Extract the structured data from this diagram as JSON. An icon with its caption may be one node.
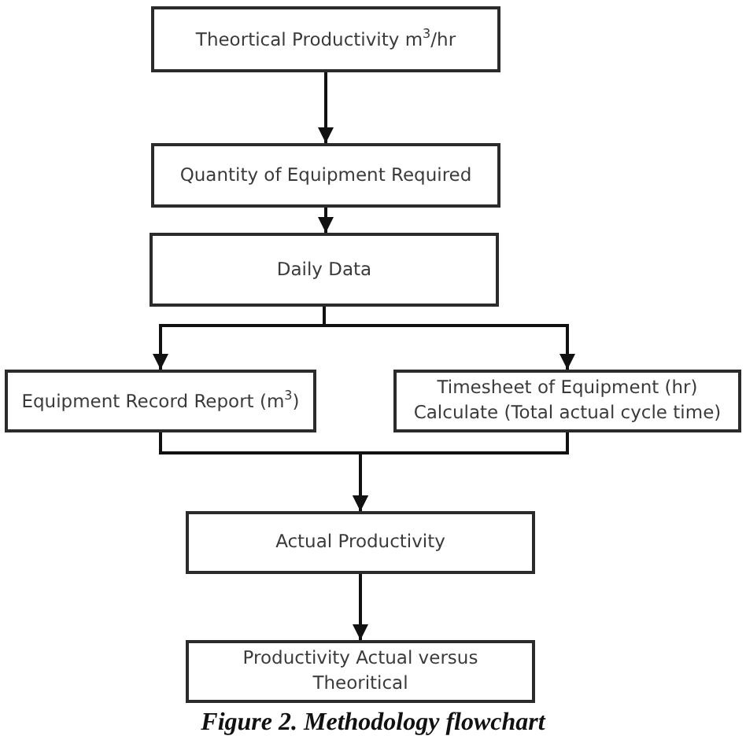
{
  "diagram": {
    "caption": "Figure 2. Methodology flowchart",
    "nodes": [
      {
        "text": [
          "Theortical Productivity m$^{3}$/hr"
        ]
      },
      {
        "text": [
          "Quantity of Equipment Required"
        ]
      },
      {
        "text": [
          "Daily Data"
        ]
      },
      {
        "text": [
          "Equipment Record Report (m$^{3}$)"
        ]
      },
      {
        "text": [
          "Timesheet of Equipment (hr) Calculate (Total actual cycle time)"
        ]
      },
      {
        "text": [
          "Actual Productivity"
        ]
      },
      {
        "text": [
          "Productivity Actual versus Theoritical"
        ]
      }
    ],
    "edges": [
      {
        "from": 0,
        "to": 1,
        "arrow": "to"
      },
      {
        "from": 1,
        "to": 2,
        "arrow": "to"
      },
      {
        "from": 2,
        "to": 3,
        "arrow": "to"
      },
      {
        "from": 2,
        "to": 4,
        "arrow": "to"
      },
      {
        "from": 3,
        "to": 5,
        "arrow": "to"
      },
      {
        "from": 4,
        "to": 5,
        "arrow": "to"
      },
      {
        "from": 5,
        "to": 6,
        "arrow": "to"
      }
    ]
  }
}
